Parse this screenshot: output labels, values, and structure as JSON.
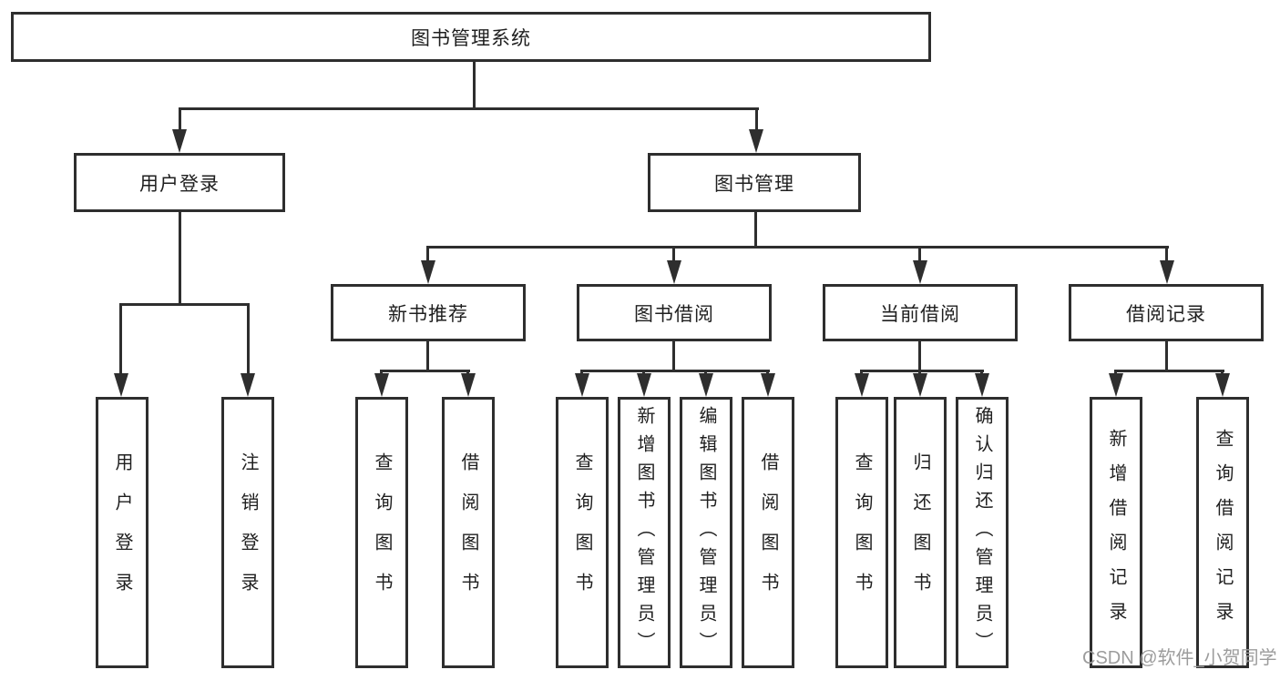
{
  "colors": {
    "line": "#2e2e2e",
    "text": "#1f1f1f",
    "background": "#ffffff",
    "watermark": "#9c9c9c"
  },
  "watermark": "CSDN @软件_小贺同学",
  "tree": {
    "root": "图书管理系统",
    "level2": [
      {
        "label": "用户登录",
        "children": [
          "用户登录",
          "注销登录"
        ]
      },
      {
        "label": "图书管理",
        "groups": [
          {
            "label": "新书推荐",
            "children": [
              "查询图书",
              "借阅图书"
            ]
          },
          {
            "label": "图书借阅",
            "children": [
              "查询图书",
              "新增图书（管理员）",
              "编辑图书（管理员）",
              "借阅图书"
            ]
          },
          {
            "label": "当前借阅",
            "children": [
              "查询图书",
              "归还图书",
              "确认归还（管理员）"
            ]
          },
          {
            "label": "借阅记录",
            "children": [
              "新增借阅记录",
              "查询借阅记录"
            ]
          }
        ]
      }
    ]
  }
}
